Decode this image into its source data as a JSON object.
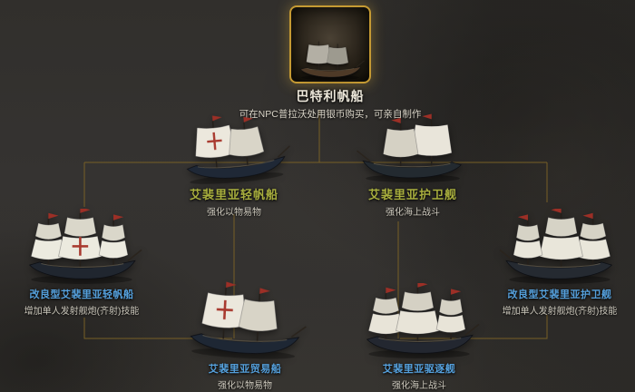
{
  "tree": {
    "root": {
      "name": "巴特利帆船",
      "desc": "可在NPC普拉沃处用银币购买，可亲自制作",
      "name_color": "#ece7da"
    },
    "nodes": [
      {
        "id": "epheria-sailboat",
        "name": "艾裴里亚轻帆船",
        "desc": "强化以物易物",
        "name_color": "#a8ae3e"
      },
      {
        "id": "epheria-frigate",
        "name": "艾裴里亚护卫舰",
        "desc": "强化海上战斗",
        "name_color": "#a8ae3e"
      },
      {
        "id": "improved-epheria-sailboat",
        "name": "改良型艾裴里亚轻帆船",
        "desc": "增加单人发射舰炮(齐射)技能",
        "name_color": "#55a0dc"
      },
      {
        "id": "improved-epheria-frigate",
        "name": "改良型艾裴里亚护卫舰",
        "desc": "增加单人发射舰炮(齐射)技能",
        "name_color": "#55a0dc"
      },
      {
        "id": "epheria-caravel",
        "name": "艾裴里亚贸易船",
        "desc": "强化以物易物",
        "name_color": "#55a0dc"
      },
      {
        "id": "epheria-galleass",
        "name": "艾裴里亚驱逐舰",
        "desc": "强化海上战斗",
        "name_color": "#55a0dc"
      }
    ],
    "connector_color": "#7b6226",
    "root_frame_color": "#c59a33"
  }
}
